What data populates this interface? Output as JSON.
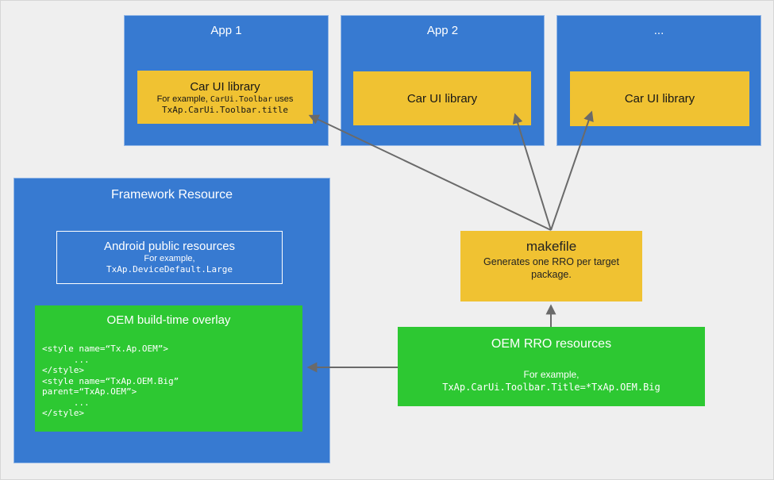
{
  "colors": {
    "box_blue": "#377ad1",
    "box_yellow": "#f0c232",
    "box_green": "#2dc832",
    "arrow_gray": "#6a6a6a",
    "background": "#efefef"
  },
  "apps": [
    {
      "title": "App 1",
      "library": {
        "title": "Car UI library",
        "example_prefix": "For example, ",
        "example_code": "CarUi.Toolbar",
        "example_suffix": " uses",
        "example_ref": "TxAp.CarUi.Toolbar.title"
      }
    },
    {
      "title": "App 2",
      "library": {
        "title": "Car UI library"
      }
    },
    {
      "title": "...",
      "library": {
        "title": "Car UI library"
      }
    }
  ],
  "framework": {
    "title": "Framework Resource",
    "android_public": {
      "title": "Android public resources",
      "example_label": "For example,",
      "example_code": "TxAp.DeviceDefault.Large"
    },
    "overlay": {
      "title": "OEM build-time overlay",
      "code_lines": [
        "<style name=“Tx.Ap.OEM”>",
        "      ...",
        "</style>",
        "<style name=“TxAp.OEM.Big”",
        "parent=“TxAp.OEM”>",
        "      ...",
        "</style>"
      ]
    }
  },
  "makefile": {
    "title": "makefile",
    "subtitle": "Generates one RRO per target package."
  },
  "rro": {
    "title": "OEM RRO resources",
    "example_label": "For example,",
    "example_code": "TxAp.CarUi.Toolbar.Title=*TxAp.OEM.Big"
  }
}
